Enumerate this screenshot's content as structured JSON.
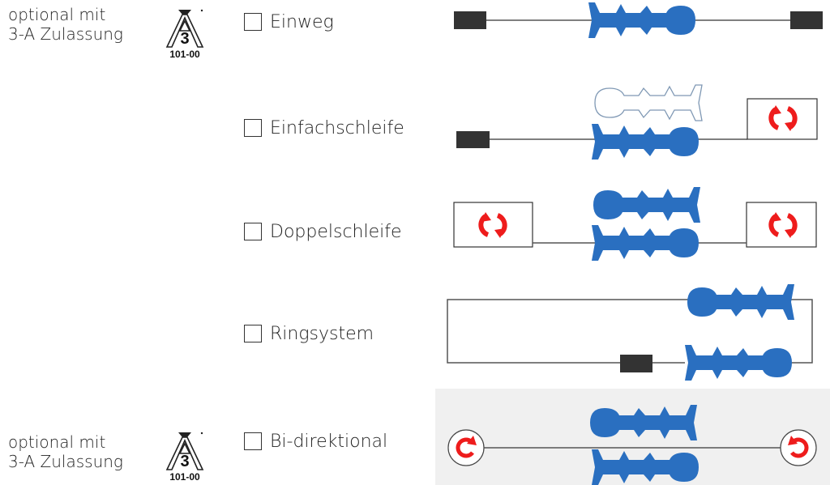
{
  "notes": [
    {
      "line1": "optional mit",
      "line2": "3-A Zulassung"
    },
    {
      "line1": "optional mit",
      "line2": "3-A Zulassung"
    }
  ],
  "logo": {
    "mark": "3",
    "code": "101-00",
    "icon": "3a-sanitary-standards-logo"
  },
  "options": [
    {
      "label": "Einweg",
      "checked": false
    },
    {
      "label": "Einfachschleife",
      "checked": false
    },
    {
      "label": "Doppelschleife",
      "checked": false
    },
    {
      "label": "Ringsystem",
      "checked": false
    },
    {
      "label": "Bi-direktional",
      "checked": false
    }
  ],
  "colors": {
    "pig_blue": "#2a6fc0",
    "pig_blue_dark": "#1f5aa8",
    "station_dark": "#333333",
    "cycle_red": "#ee1c1c",
    "line_gray": "#555555",
    "panel_gray": "#f0f0f0"
  },
  "icons": [
    "pig-icon",
    "station-block",
    "cycle-arrows-icon",
    "rotate-arrow-icon"
  ]
}
